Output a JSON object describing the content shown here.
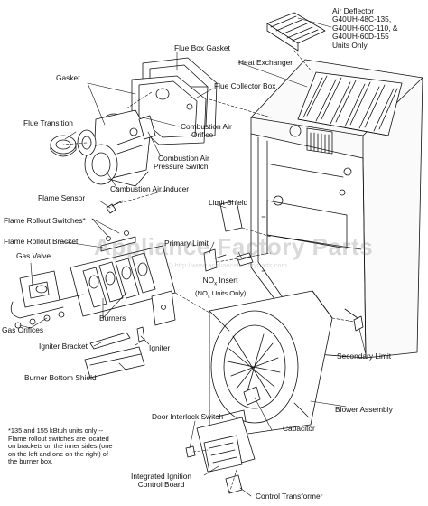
{
  "labels": {
    "air_deflector": [
      "Air Deflector",
      "G40UH-48C-135,",
      "G40UH-60C-110, &",
      "G40UH-60D-155",
      "Units Only"
    ],
    "flue_box_gasket": "Flue Box Gasket",
    "heat_exchanger": "Heat Exchanger",
    "gasket": "Gasket",
    "flue_collector_box": "Flue Collector Box",
    "flue_transition": "Flue Transition",
    "combustion_air_orifice": [
      "Combustion Air",
      "Orifice"
    ],
    "combustion_air_pressure_switch": [
      "Combustion Air",
      "Pressure Switch"
    ],
    "combustion_air_inducer": "Combustion Air Inducer",
    "flame_sensor": "Flame Sensor",
    "limit_shield": "Limit Shield",
    "flame_rollout_switches": "Flame Rollout Switches*",
    "flame_rollout_bracket": "Flame Rollout Bracket",
    "primary_limit": "Primary Limit",
    "gas_valve": "Gas Valve",
    "nox_insert": [
      "NO",
      "x",
      " Insert"
    ],
    "nox_units_only": [
      "(NO",
      "x",
      " Units Only)"
    ],
    "burners": "Burners",
    "gas_orifices": "Gas Orifices",
    "igniter_bracket": "Igniter Bracket",
    "igniter": "Igniter",
    "secondary_limit": "Secondary Limit",
    "burner_bottom_shield": "Burner Bottom Shield",
    "blower_assembly": "Blower Assembly",
    "door_interlock_switch": "Door Interlock Switch",
    "capacitor": "Capacitor",
    "integrated_ignition_control_board": [
      "Integrated Ignition",
      "Control Board"
    ],
    "control_transformer": "Control Transformer"
  },
  "footnote": [
    "*135 and 155 kBtuh units only --",
    "Flame rollout switches are located",
    "on brackets on the inner sides (one",
    "on the left and one on the right) of",
    "the burner box."
  ],
  "watermark": {
    "main": "Appliance Factory Parts",
    "sub": "© http://www.appliancefactoryparts.com"
  }
}
